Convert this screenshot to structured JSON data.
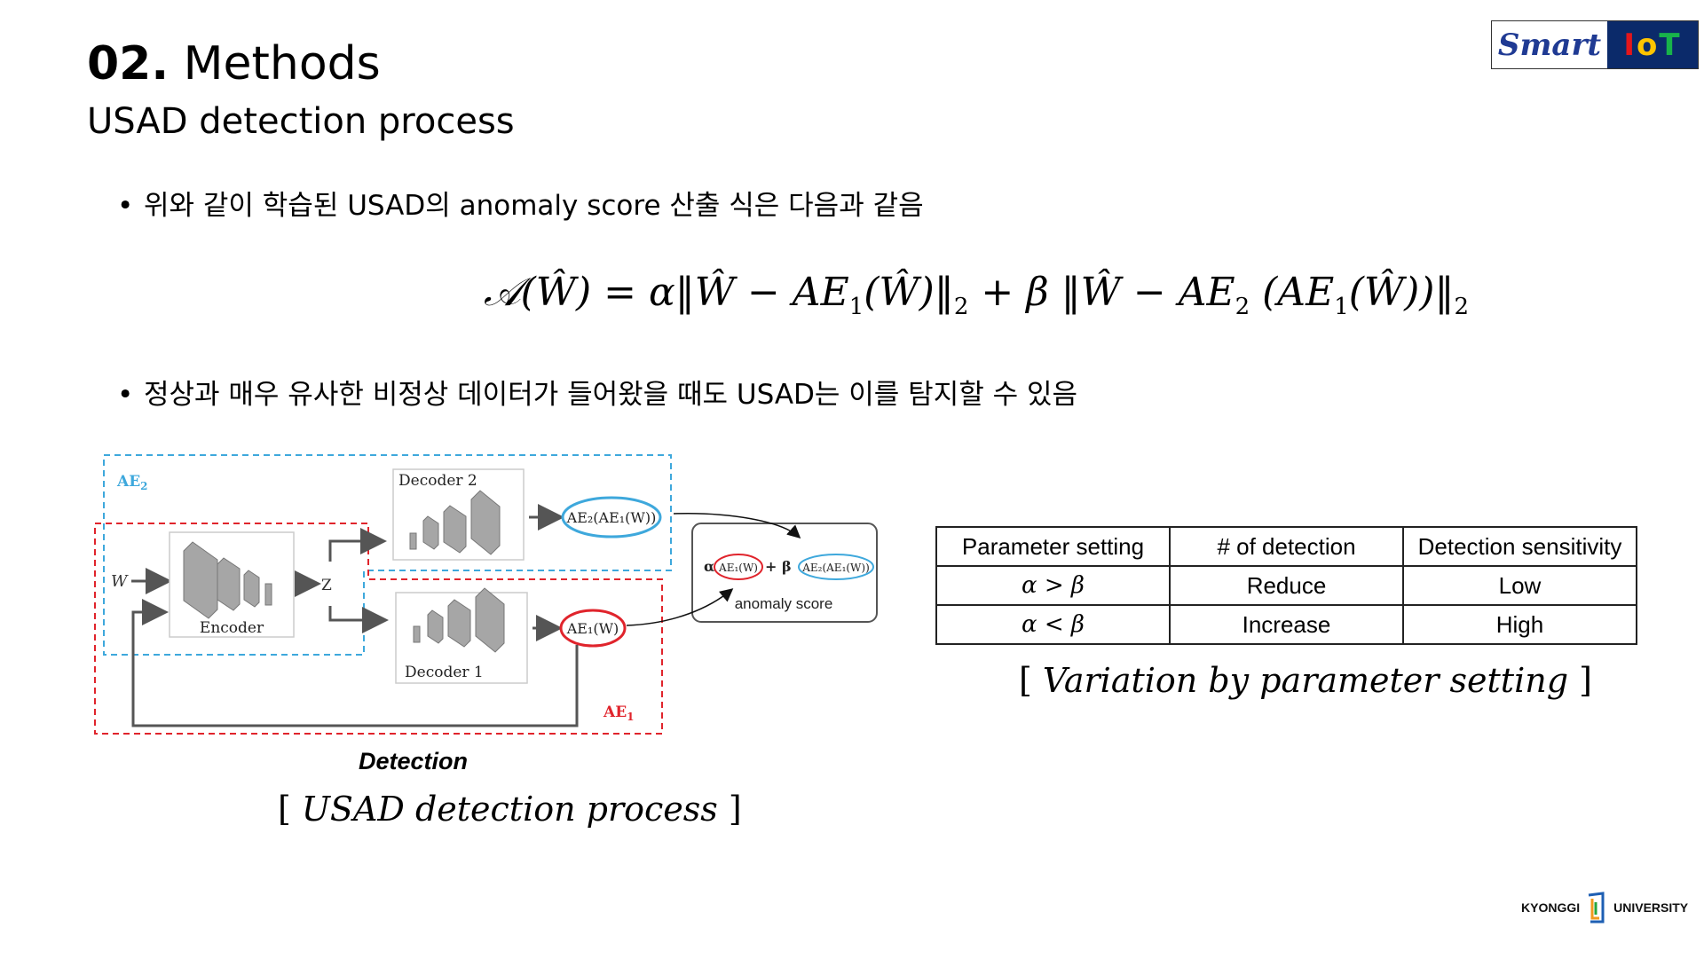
{
  "header": {
    "title_num": "02.",
    "title_text": " Methods",
    "subtitle": "USAD detection process"
  },
  "logo": {
    "part1": "Smart",
    "part2_i": "I",
    "part2_o": "o",
    "part2_t": "T"
  },
  "bullets": {
    "dot": "•",
    "b1": "위와 같이 학습된 USAD의 anomaly score 산출 식은 다음과 같음",
    "b2": "정상과 매우 유사한 비정상 데이터가 들어왔을 때도 USAD는 이를 탐지할 수 있음"
  },
  "formula": {
    "lhs": "𝒜(Ŵ) = α‖Ŵ − AE",
    "s1": "1",
    "p1": "(Ŵ)‖",
    "s2": "2",
    "p2": " + β ‖Ŵ − AE",
    "s3": "2",
    "p3": " (AE",
    "s4": "1",
    "p4": "(Ŵ))‖",
    "s5": "2"
  },
  "diagram": {
    "ae2_label": "AE",
    "ae2_sub": "2",
    "ae1_label": "AE",
    "ae1_sub": "1",
    "encoder": "Encoder",
    "decoder1": "Decoder 1",
    "decoder2": "Decoder 2",
    "input": "W",
    "latent": "Z",
    "ae2_out": "AE₂(AE₁(W))",
    "ae1_out": "AE₁(W)",
    "score_alpha": "α",
    "score_plus_beta": "+ β",
    "score_term1": "AE₁(W)",
    "score_term2": "AE₂(AE₁(W))",
    "score_label": "anomaly score",
    "detection": "Detection"
  },
  "table": {
    "header": [
      "Parameter setting",
      "# of detection",
      "Detection sensitivity"
    ],
    "rows": [
      [
        "α > β",
        "Reduce",
        "Low"
      ],
      [
        "α < β",
        "Increase",
        "High"
      ]
    ]
  },
  "captions": {
    "open": "[ ",
    "close": " ]",
    "right": "Variation by parameter setting",
    "left": "USAD detection process"
  },
  "footer": {
    "left": "KYONGGI",
    "right": "UNIVERSITY"
  },
  "colors": {
    "ae2_box": "#3ea8dc",
    "ae1_box": "#e0242c",
    "block_gray": "#a6a6a6"
  }
}
